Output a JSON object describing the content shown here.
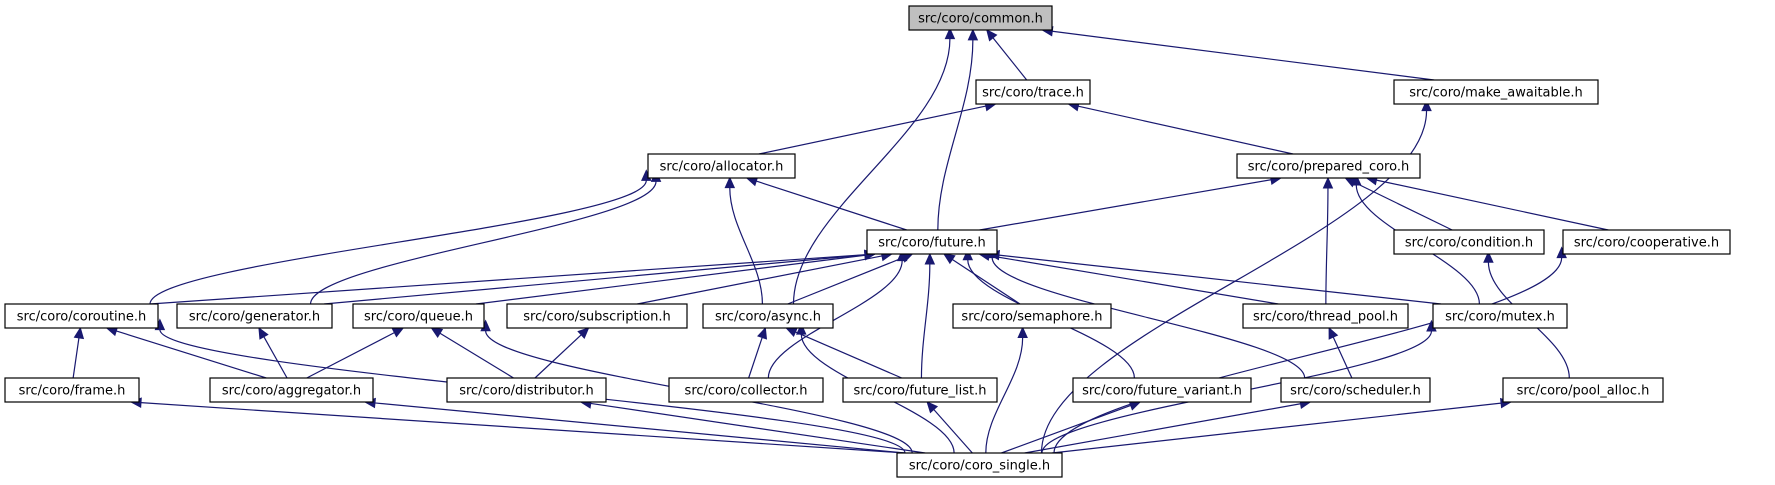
{
  "colors": {
    "edge": "#191970",
    "root_fill": "#bfbfbf",
    "node_fill": "#ffffff",
    "border": "#000000"
  },
  "nodes": [
    {
      "id": "common",
      "label": "src/coro/common.h",
      "root": true
    },
    {
      "id": "trace",
      "label": "src/coro/trace.h"
    },
    {
      "id": "make_awaitable",
      "label": "src/coro/make_awaitable.h"
    },
    {
      "id": "allocator",
      "label": "src/coro/allocator.h"
    },
    {
      "id": "prepared_coro",
      "label": "src/coro/prepared_coro.h"
    },
    {
      "id": "future",
      "label": "src/coro/future.h"
    },
    {
      "id": "condition",
      "label": "src/coro/condition.h"
    },
    {
      "id": "cooperative",
      "label": "src/coro/cooperative.h"
    },
    {
      "id": "coroutine",
      "label": "src/coro/coroutine.h"
    },
    {
      "id": "generator",
      "label": "src/coro/generator.h"
    },
    {
      "id": "queue",
      "label": "src/coro/queue.h"
    },
    {
      "id": "subscription",
      "label": "src/coro/subscription.h"
    },
    {
      "id": "async",
      "label": "src/coro/async.h"
    },
    {
      "id": "semaphore",
      "label": "src/coro/semaphore.h"
    },
    {
      "id": "thread_pool",
      "label": "src/coro/thread_pool.h"
    },
    {
      "id": "mutex",
      "label": "src/coro/mutex.h"
    },
    {
      "id": "frame",
      "label": "src/coro/frame.h"
    },
    {
      "id": "aggregator",
      "label": "src/coro/aggregator.h"
    },
    {
      "id": "distributor",
      "label": "src/coro/distributor.h"
    },
    {
      "id": "collector",
      "label": "src/coro/collector.h"
    },
    {
      "id": "future_list",
      "label": "src/coro/future_list.h"
    },
    {
      "id": "future_variant",
      "label": "src/coro/future_variant.h"
    },
    {
      "id": "scheduler",
      "label": "src/coro/scheduler.h"
    },
    {
      "id": "pool_alloc",
      "label": "src/coro/pool_alloc.h"
    },
    {
      "id": "coro_single",
      "label": "src/coro/coro_single.h"
    }
  ],
  "edges": [
    [
      "trace",
      "common"
    ],
    [
      "make_awaitable",
      "common"
    ],
    [
      "future",
      "common"
    ],
    [
      "async",
      "common"
    ],
    [
      "allocator",
      "trace"
    ],
    [
      "prepared_coro",
      "trace"
    ],
    [
      "future",
      "allocator"
    ],
    [
      "coroutine",
      "allocator"
    ],
    [
      "generator",
      "allocator"
    ],
    [
      "async",
      "allocator"
    ],
    [
      "future",
      "prepared_coro"
    ],
    [
      "condition",
      "prepared_coro"
    ],
    [
      "cooperative",
      "prepared_coro"
    ],
    [
      "thread_pool",
      "prepared_coro"
    ],
    [
      "mutex",
      "prepared_coro"
    ],
    [
      "generator",
      "future"
    ],
    [
      "queue",
      "future"
    ],
    [
      "subscription",
      "future"
    ],
    [
      "async",
      "future"
    ],
    [
      "semaphore",
      "future"
    ],
    [
      "thread_pool",
      "future"
    ],
    [
      "mutex",
      "future"
    ],
    [
      "collector",
      "future"
    ],
    [
      "future_list",
      "future"
    ],
    [
      "future_variant",
      "future"
    ],
    [
      "scheduler",
      "future"
    ],
    [
      "coroutine",
      "future"
    ],
    [
      "frame",
      "coroutine"
    ],
    [
      "aggregator",
      "coroutine"
    ],
    [
      "coro_single",
      "coroutine"
    ],
    [
      "aggregator",
      "generator"
    ],
    [
      "aggregator",
      "queue"
    ],
    [
      "distributor",
      "queue"
    ],
    [
      "coro_single",
      "queue"
    ],
    [
      "distributor",
      "subscription"
    ],
    [
      "collector",
      "async"
    ],
    [
      "future_list",
      "async"
    ],
    [
      "coro_single",
      "async"
    ],
    [
      "coro_single",
      "semaphore"
    ],
    [
      "scheduler",
      "thread_pool"
    ],
    [
      "coro_single",
      "mutex"
    ],
    [
      "pool_alloc",
      "condition"
    ],
    [
      "coro_single",
      "cooperative"
    ],
    [
      "coro_single",
      "make_awaitable"
    ],
    [
      "coro_single",
      "frame"
    ],
    [
      "coro_single",
      "aggregator"
    ],
    [
      "coro_single",
      "distributor"
    ],
    [
      "coro_single",
      "future_list"
    ],
    [
      "coro_single",
      "future_variant"
    ],
    [
      "coro_single",
      "scheduler"
    ],
    [
      "coro_single",
      "pool_alloc"
    ]
  ]
}
